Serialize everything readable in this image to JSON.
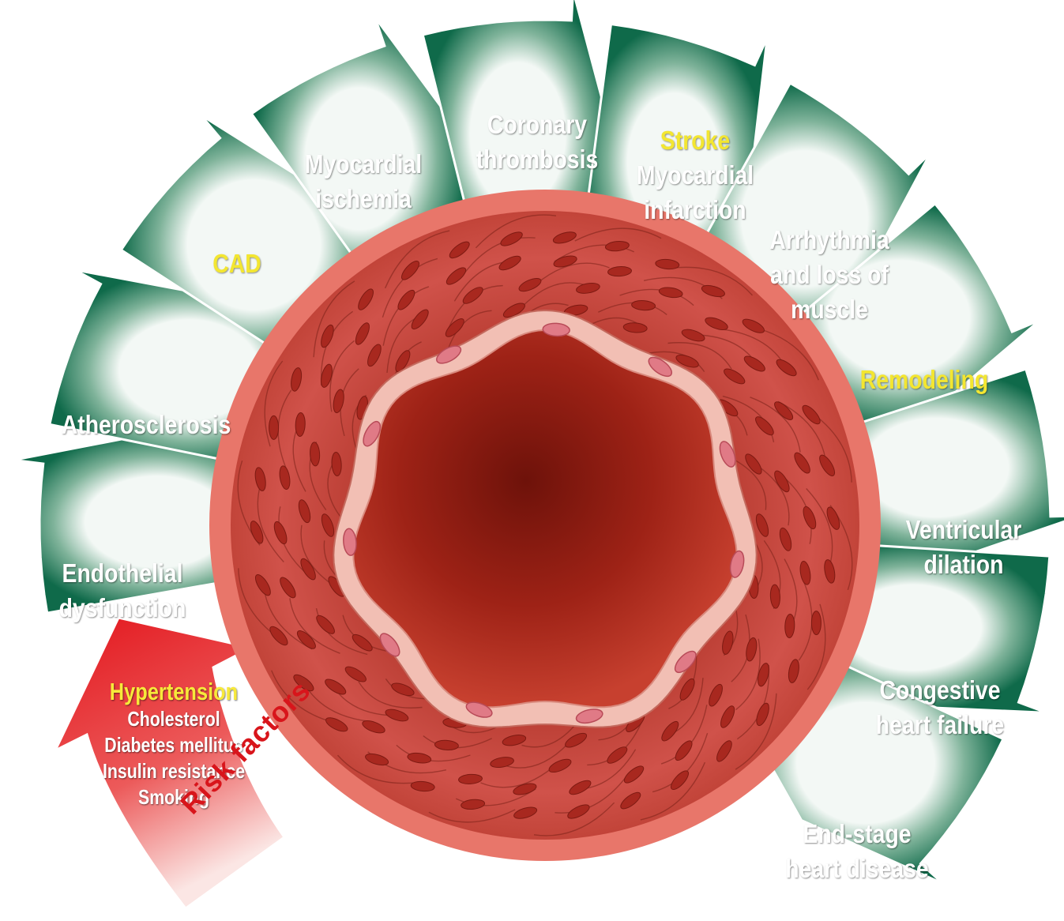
{
  "stages": [
    {
      "id": "endothelial-dysfunction",
      "lines": [
        "Endothelial",
        "dysfunction"
      ],
      "highlight": false
    },
    {
      "id": "atherosclerosis",
      "lines": [
        "Atherosclerosis"
      ],
      "highlight": false
    },
    {
      "id": "cad",
      "lines": [
        "CAD"
      ],
      "highlight": true
    },
    {
      "id": "myocardial-ischemia",
      "lines": [
        "Myocardial",
        "ischemia"
      ],
      "highlight": false
    },
    {
      "id": "coronary-thrombosis",
      "lines": [
        "Coronary",
        "thrombosis"
      ],
      "highlight": false
    },
    {
      "id": "stroke-mi",
      "lines": [
        "Stroke",
        "Myocardial",
        "infarction"
      ],
      "highlight_first": true
    },
    {
      "id": "arrhythmia",
      "lines": [
        "Arrhythmia",
        "and loss of",
        "muscle"
      ],
      "highlight": false
    },
    {
      "id": "remodeling",
      "lines": [
        "Remodeling"
      ],
      "highlight": true
    },
    {
      "id": "ventricular-dilation",
      "lines": [
        "Ventricular",
        "dilation"
      ],
      "highlight": false
    },
    {
      "id": "congestive-heart-failure",
      "lines": [
        "Congestive",
        "heart failure"
      ],
      "highlight": false
    },
    {
      "id": "end-stage",
      "lines": [
        "End-stage",
        "heart disease"
      ],
      "highlight": false
    }
  ],
  "risk_factors": {
    "title": "Risk factors",
    "items": [
      "Hypertension",
      "Cholesterol",
      "Diabetes mellitus",
      "Insulin resistance",
      "Smoking"
    ]
  },
  "colors": {
    "arrow_dark": "#0f6a4a",
    "arrow_light": "#e9f2ee",
    "risk_red": "#e3161d",
    "highlight_yellow": "#f3e631",
    "vessel_outer": "#e46a5c",
    "vessel_muscle": "#c9463a",
    "lumen": "#8f1a10",
    "intima": "#f2bfb4"
  }
}
